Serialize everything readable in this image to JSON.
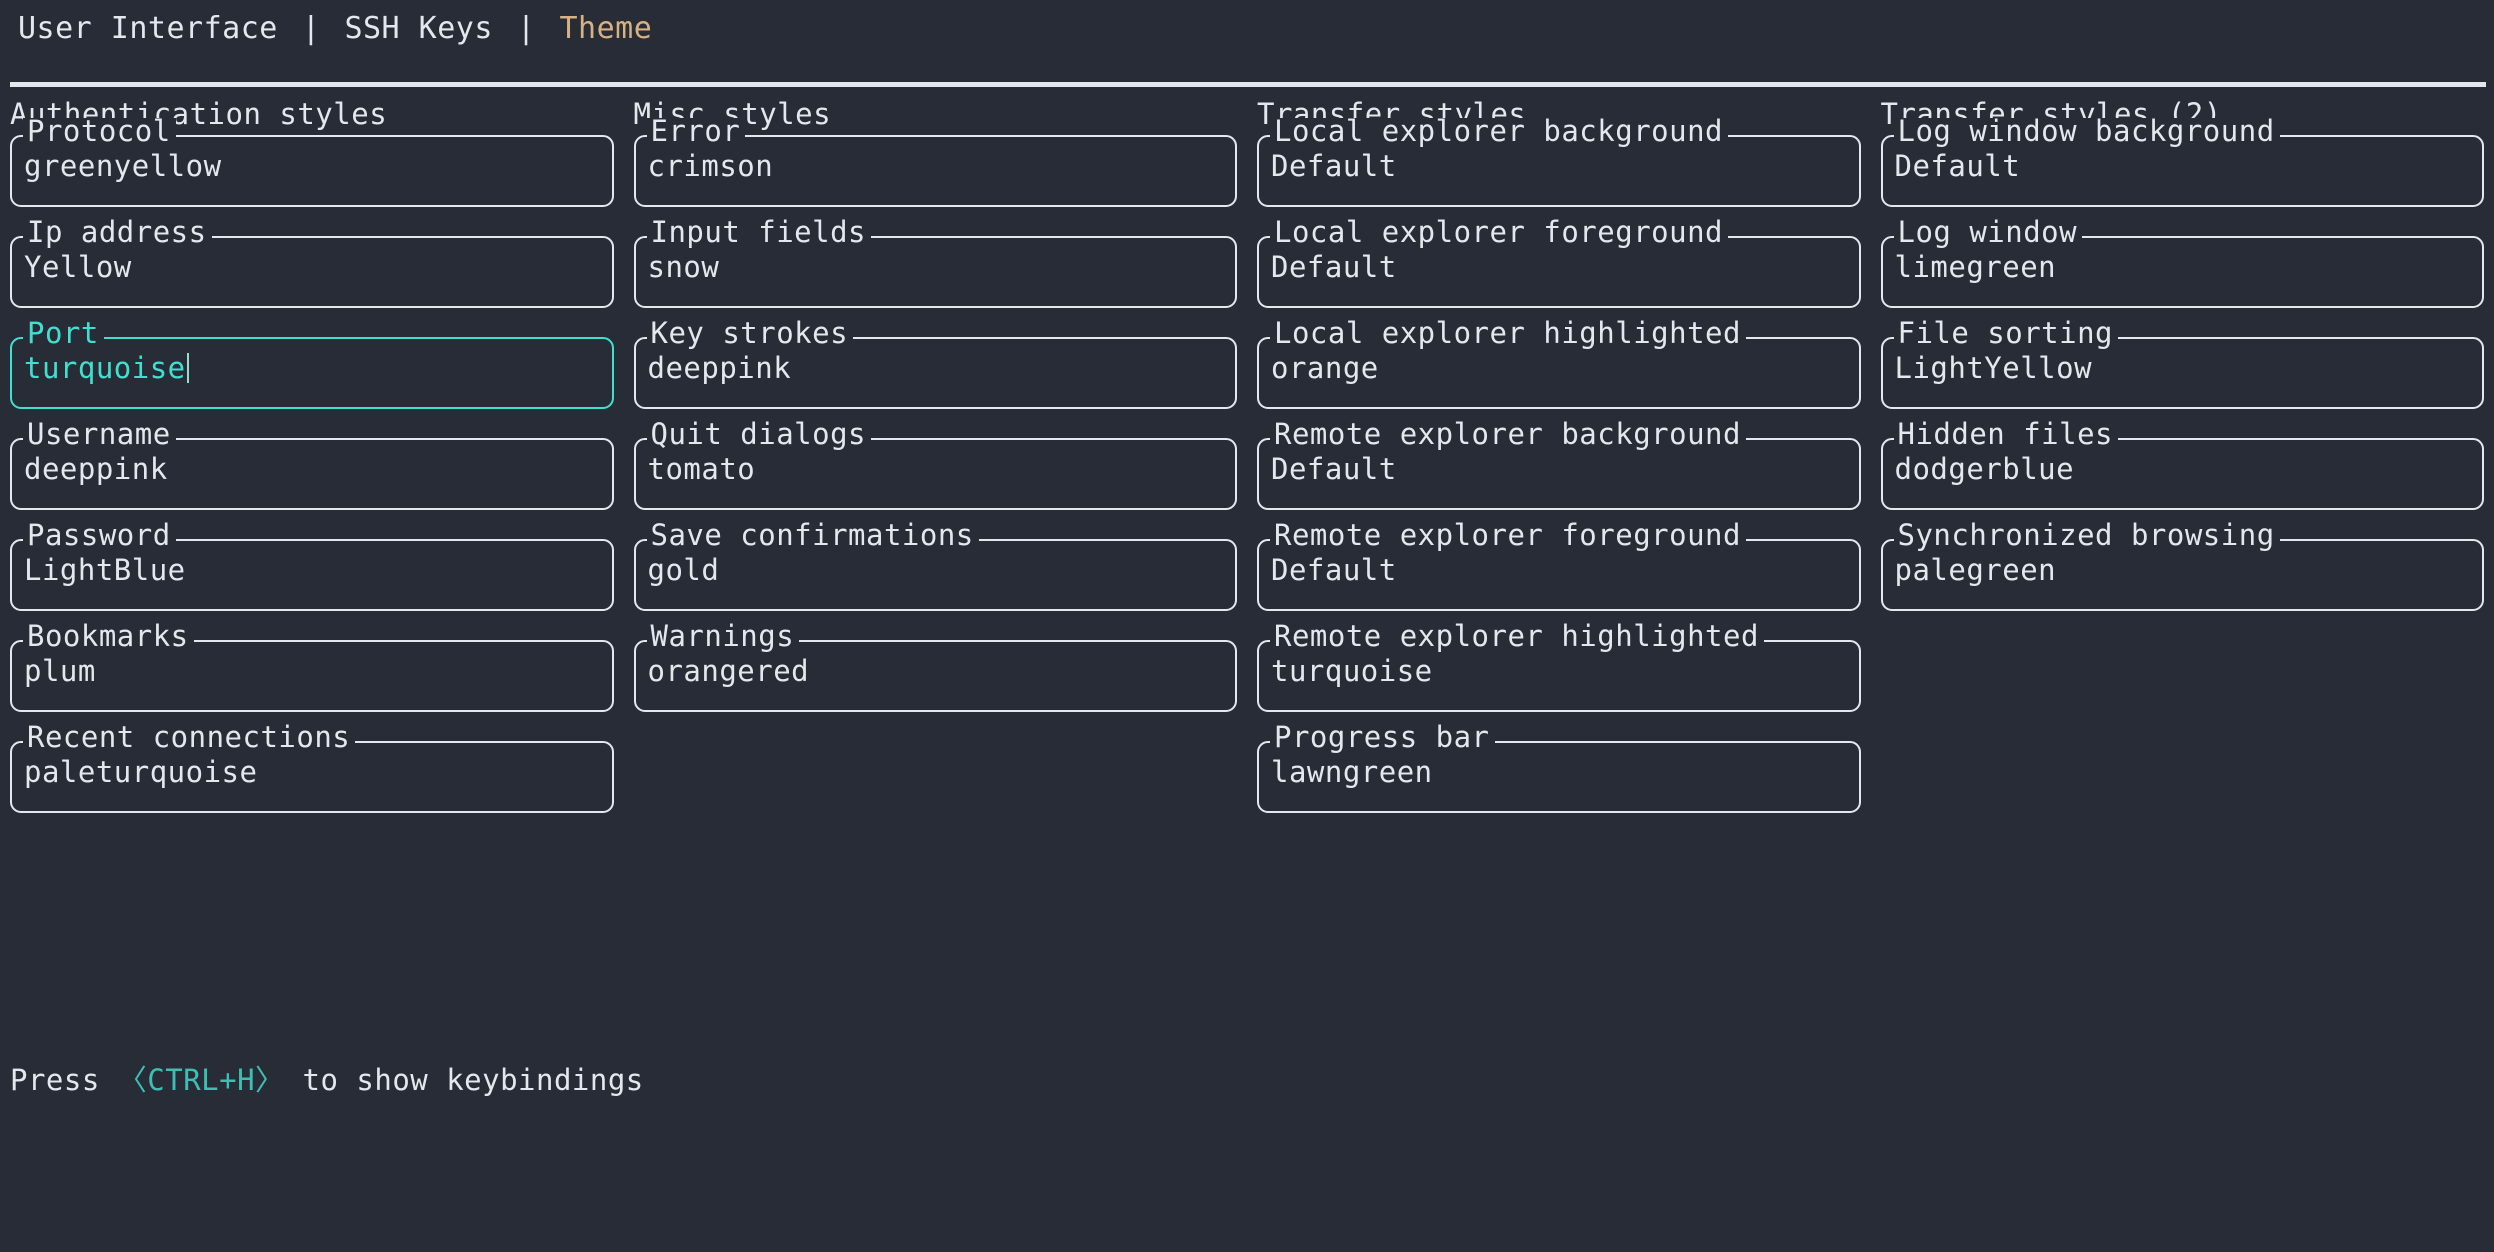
{
  "header": {
    "tabs": [
      {
        "label": "User Interface",
        "active": false
      },
      {
        "label": "SSH Keys",
        "active": false
      },
      {
        "label": "Theme",
        "active": true
      }
    ],
    "separator": "|"
  },
  "colors": {
    "background": "#272c36",
    "foreground": "#e3e8ef",
    "accent_focus": "#40e0d0",
    "accent_tab_active": "#d6b184",
    "accent_key": "#3fbfb4"
  },
  "columns": [
    {
      "title": "Authentication styles",
      "fields": [
        {
          "label": "Protocol",
          "value": "greenyellow",
          "focused": false
        },
        {
          "label": "Ip address",
          "value": "Yellow",
          "focused": false
        },
        {
          "label": "Port",
          "value": "turquoise",
          "focused": true
        },
        {
          "label": "Username",
          "value": "deeppink",
          "focused": false
        },
        {
          "label": "Password",
          "value": "LightBlue",
          "focused": false
        },
        {
          "label": "Bookmarks",
          "value": "plum",
          "focused": false
        },
        {
          "label": "Recent connections",
          "value": "paleturquoise",
          "focused": false
        }
      ]
    },
    {
      "title": "Misc styles",
      "fields": [
        {
          "label": "Error",
          "value": "crimson",
          "focused": false
        },
        {
          "label": "Input fields",
          "value": "snow",
          "focused": false
        },
        {
          "label": "Key strokes",
          "value": "deeppink",
          "focused": false
        },
        {
          "label": "Quit dialogs",
          "value": "tomato",
          "focused": false
        },
        {
          "label": "Save confirmations",
          "value": "gold",
          "focused": false
        },
        {
          "label": "Warnings",
          "value": "orangered",
          "focused": false
        }
      ]
    },
    {
      "title": "Transfer styles",
      "fields": [
        {
          "label": "Local explorer background",
          "value": "Default",
          "focused": false
        },
        {
          "label": "Local explorer foreground",
          "value": "Default",
          "focused": false
        },
        {
          "label": "Local explorer highlighted",
          "value": "orange",
          "focused": false
        },
        {
          "label": "Remote explorer background",
          "value": "Default",
          "focused": false
        },
        {
          "label": "Remote explorer foreground",
          "value": "Default",
          "focused": false
        },
        {
          "label": "Remote explorer highlighted",
          "value": "turquoise",
          "focused": false
        },
        {
          "label": "Progress bar",
          "value": "lawngreen",
          "focused": false
        }
      ]
    },
    {
      "title": "Transfer styles (2)",
      "fields": [
        {
          "label": "Log window background",
          "value": "Default",
          "focused": false
        },
        {
          "label": "Log window",
          "value": "limegreen",
          "focused": false
        },
        {
          "label": "File sorting",
          "value": "LightYellow",
          "focused": false
        },
        {
          "label": "Hidden files",
          "value": "dodgerblue",
          "focused": false
        },
        {
          "label": "Synchronized browsing",
          "value": "palegreen",
          "focused": false
        }
      ]
    }
  ],
  "footer": {
    "prefix": "Press",
    "key": "〈CTRL+H〉",
    "suffix": "to show keybindings"
  }
}
